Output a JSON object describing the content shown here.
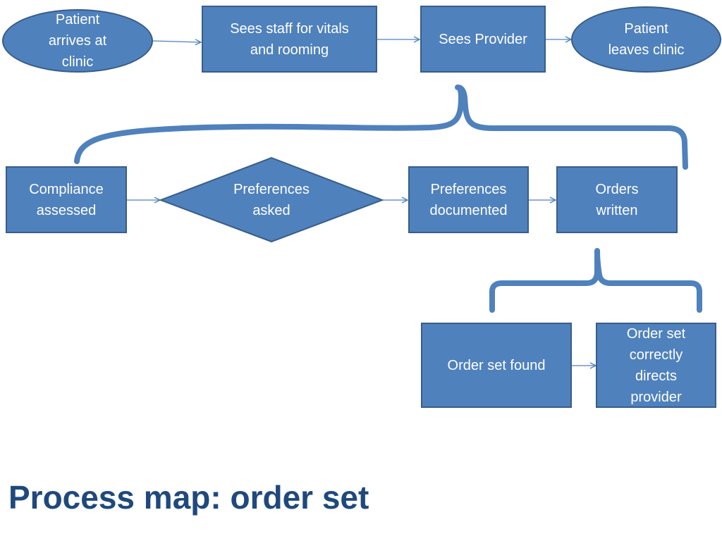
{
  "title": "Process map: order set",
  "colors": {
    "shape_fill": "#4f81bd",
    "shape_border": "#385d8a",
    "connector": "#4f81bd",
    "title": "#1f497d",
    "shape_text": "#ffffff"
  },
  "nodes": {
    "patient_arrives": {
      "label": "Patient\narrives at\nclinic",
      "shape": "oval"
    },
    "sees_staff": {
      "label": "Sees staff for vitals\nand rooming",
      "shape": "rectangle"
    },
    "sees_provider": {
      "label": "Sees  Provider",
      "shape": "rectangle"
    },
    "patient_leaves": {
      "label": "Patient\nleaves clinic",
      "shape": "oval"
    },
    "compliance_assessed": {
      "label": "Compliance\nassessed",
      "shape": "rectangle"
    },
    "preferences_asked": {
      "label": "Preferences\nasked",
      "shape": "diamond"
    },
    "preferences_documented": {
      "label": "Preferences\ndocumented",
      "shape": "rectangle"
    },
    "orders_written": {
      "label": "Orders\nwritten",
      "shape": "rectangle"
    },
    "order_set_found": {
      "label": "Order set found",
      "shape": "rectangle"
    },
    "order_set_directs": {
      "label": "Order set\ncorrectly\ndirects\nprovider",
      "shape": "rectangle"
    }
  },
  "flows": [
    {
      "from": "patient_arrives",
      "to": "sees_staff"
    },
    {
      "from": "sees_staff",
      "to": "sees_provider"
    },
    {
      "from": "sees_provider",
      "to": "patient_leaves"
    },
    {
      "from": "compliance_assessed",
      "to": "preferences_asked"
    },
    {
      "from": "preferences_asked",
      "to": "preferences_documented"
    },
    {
      "from": "preferences_documented",
      "to": "orders_written"
    },
    {
      "from": "order_set_found",
      "to": "order_set_directs"
    }
  ],
  "expansions": [
    {
      "parent": "sees_provider",
      "children": [
        "compliance_assessed",
        "preferences_asked",
        "preferences_documented",
        "orders_written"
      ]
    },
    {
      "parent": "orders_written",
      "children": [
        "order_set_found",
        "order_set_directs"
      ]
    }
  ]
}
